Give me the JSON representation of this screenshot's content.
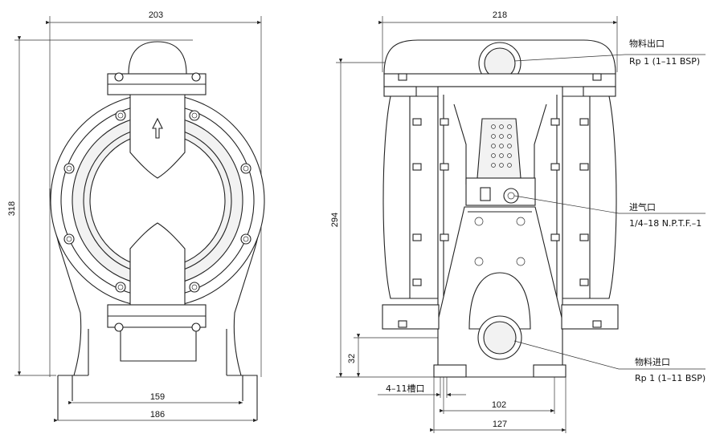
{
  "dimensions": {
    "left_width": "203",
    "left_height": "318",
    "left_base_inner": "159",
    "left_base_outer": "186",
    "right_width": "218",
    "right_height": "294",
    "inlet_height": "32",
    "slot": "4–11槽口",
    "base_inner": "102",
    "base_outer": "127"
  },
  "callouts": {
    "outlet_cn": "物料出口",
    "outlet_spec": "Rp 1 (1–11 BSP)",
    "air_cn": "进气口",
    "air_spec": "1/4–18 N.P.T.F.–1",
    "inlet_cn": "物料进口",
    "inlet_spec": "Rp 1 (1–11 BSP)"
  }
}
